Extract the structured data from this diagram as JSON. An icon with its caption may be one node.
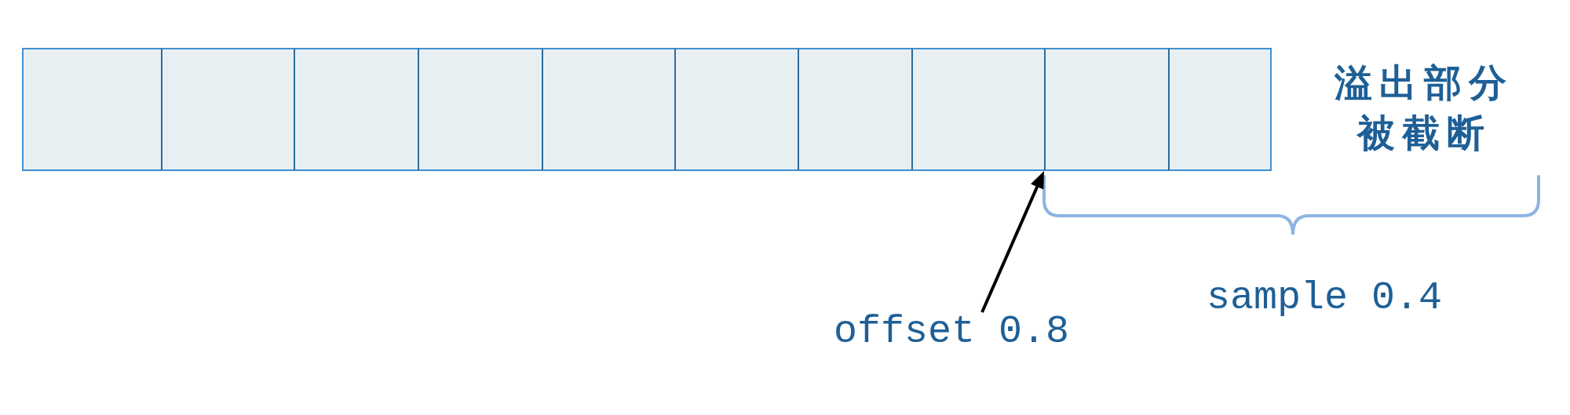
{
  "diagram": {
    "nodes": [
      {
        "text": [],
        "shape": "box"
      },
      {
        "text": [],
        "shape": "box"
      },
      {
        "text": [],
        "shape": "box"
      },
      {
        "text": [],
        "shape": "box"
      },
      {
        "text": [],
        "shape": "box"
      },
      {
        "text": [],
        "shape": "box"
      },
      {
        "text": [],
        "shape": "box"
      },
      {
        "text": [],
        "shape": "box"
      },
      {
        "text": [],
        "shape": "box"
      },
      {
        "text": [],
        "shape": "box"
      },
      {
        "text": [
          "offset 0.8"
        ]
      }
    ],
    "edges": [
      {
        "from": 10,
        "to": 8,
        "arrow": "to"
      }
    ],
    "labels": [
      "溢出部分被截断",
      "sample 0.4"
    ]
  }
}
